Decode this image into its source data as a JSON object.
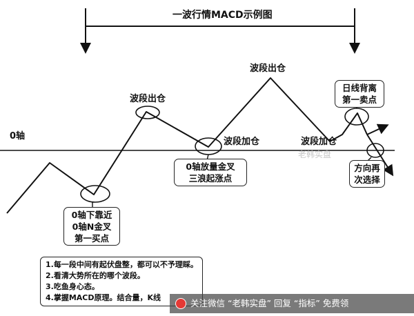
{
  "title": "一波行情MACD示例图",
  "axis_label": "0轴",
  "labels": {
    "exit_1": "波段出仓",
    "exit_2": "波段出仓",
    "add_1": "波段加仓",
    "add_2": "波段加仓"
  },
  "boxes": {
    "first_buy": [
      "0轴下靠近",
      "0轴N金叉",
      "第一买点"
    ],
    "golden_cross": [
      "0轴放量金叉",
      "三浪起涨点"
    ],
    "first_sell": [
      "日线背离",
      "第一卖点"
    ],
    "direction": [
      "方向再",
      "次选择"
    ]
  },
  "notes": [
    "1.每一段中间有起伏盘整，都可以不予理睬。",
    "2.看清大势所在的哪个波段。",
    "3.吃鱼身心态。",
    "4.掌握MACD原理。结合量，K线"
  ],
  "footer": "关注微信 “老韩实盘” 回复 “指标” 免费领",
  "watermark": "老韩实盘",
  "colors": {
    "line": "#111111",
    "footer_bg": "#464646",
    "logo": "#e53935"
  }
}
